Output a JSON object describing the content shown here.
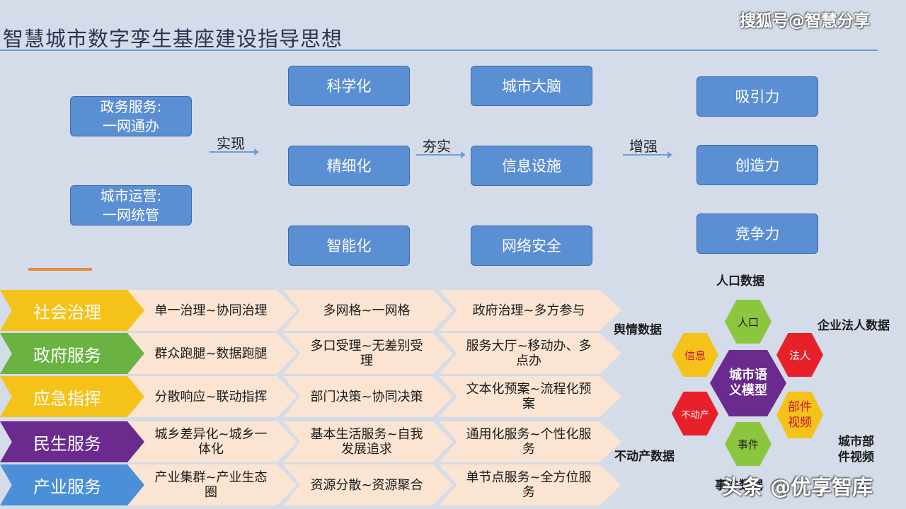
{
  "title": "智慧城市数字孪生基座建设指导思想",
  "watermark_top": "搜狐号@智慧分享",
  "watermark_bottom": "头条 @优享智库",
  "top": {
    "left_boxes": [
      {
        "line1": "政务服务:",
        "line2": "一网通办"
      },
      {
        "line1": "城市运营:",
        "line2": "一网统管"
      }
    ],
    "arrows": [
      "实现",
      "夯实",
      "增强"
    ],
    "col1": [
      "科学化",
      "精细化",
      "智能化"
    ],
    "col2": [
      "城市大脑",
      "信息设施",
      "网络安全"
    ],
    "col3": [
      "吸引力",
      "创造力",
      "竞争力"
    ]
  },
  "rows": [
    {
      "category": "社会治理",
      "color": "#f5c21a",
      "cells": [
        "单一治理~协同治理",
        "多网格~一网格",
        "政府治理~多方参与"
      ]
    },
    {
      "category": "政府服务",
      "color": "#6ab342",
      "cells": [
        "群众跑腿~数据跑腿",
        "多口受理~无差别受理",
        "服务大厅~移动办、多点办"
      ]
    },
    {
      "category": "应急指挥",
      "color": "#f5c21a",
      "cells": [
        "分散响应~联动指挥",
        "部门决策~协同决策",
        "文本化预案~流程化预案"
      ]
    },
    {
      "category": "民生服务",
      "color": "#6a2a8e",
      "cells": [
        "城乡差异化~城乡一体化",
        "基本生活服务~自我发展追求",
        "通用化服务~个性化服务"
      ]
    },
    {
      "category": "产业服务",
      "color": "#4a8fd8",
      "cells": [
        "产业集群~产业生态圈",
        "资源分散~资源聚合",
        "单节点服务~全方位服务"
      ]
    }
  ],
  "hex": {
    "center": "城市语义模型",
    "nodes": [
      "人口",
      "法人",
      "部件视频",
      "事件",
      "不动产",
      "信息"
    ],
    "labels": [
      "人口数据",
      "企业法人数据",
      "舆情数据",
      "城市部件视频",
      "不动产数据",
      "事件数据"
    ],
    "colors": {
      "center": "#6a2a8e",
      "green": "#8cc63f",
      "red": "#e8202a",
      "yellow": "#f5c21a"
    }
  }
}
